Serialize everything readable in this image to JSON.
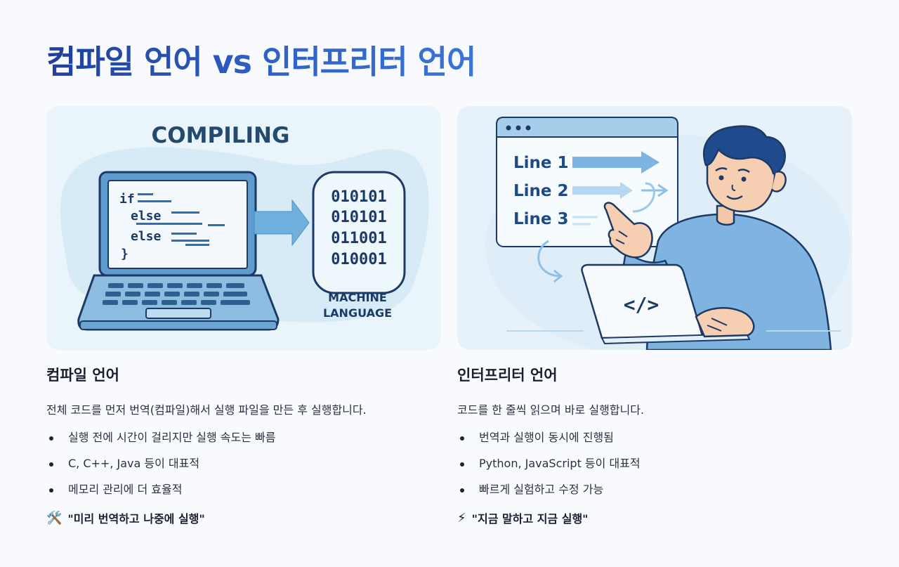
{
  "page": {
    "title": "컴파일 언어 vs 인터프리터 언어"
  },
  "compile_illustration": {
    "heading": "COMPILING",
    "code_lines": [
      "if",
      "else",
      "else",
      "}"
    ],
    "binary_lines": [
      "010101",
      "010101",
      "011001",
      "010001"
    ],
    "output_label_1": "MACHINE",
    "output_label_2": "LANGUAGE",
    "icon": "laptop-icon"
  },
  "interpret_illustration": {
    "lines": [
      "Line 1",
      "Line 2",
      "Line 3"
    ],
    "laptop_symbol": "</>",
    "icon": "person-pointing-icon"
  },
  "compiled": {
    "heading": "컴파일 언어",
    "description": "전체 코드를 먼저 번역(컴파일)해서 실행 파일을 만든 후 실행합니다.",
    "bullets": [
      "실행 전에 시간이 걸리지만 실행 속도는 빠름",
      "C, C++, Java 등이 대표적",
      "메모리 관리에 더 효율적"
    ],
    "motto_icon": "🛠️",
    "motto": "\"미리 번역하고 나중에 실행\""
  },
  "interpreted": {
    "heading": "인터프리터 언어",
    "description": "코드를 한 줄씩 읽으며 바로 실행합니다.",
    "bullets": [
      "번역과 실행이 동시에 진행됨",
      "Python, JavaScript 등이 대표적",
      "빠르게 실험하고 수정 가능"
    ],
    "motto_icon": "⚡",
    "motto": "\"지금 말하고 지금 실행\""
  },
  "colors": {
    "title_gradient_start": "#1f3f9a",
    "title_gradient_end": "#3a74d6",
    "panel_bg": "#e9f4fb",
    "accent_blue": "#2f63c9",
    "dark_navy": "#1d3a66"
  }
}
